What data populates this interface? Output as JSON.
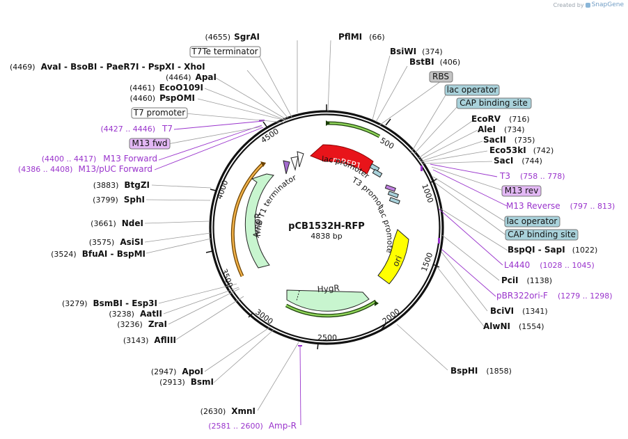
{
  "credit": {
    "prefix": "Created by",
    "brand": "SnapGene"
  },
  "plasmid": {
    "name": "pCB1532H-RFP",
    "length": "4838 bp"
  },
  "ticks": [
    "500",
    "1000",
    "1500",
    "2000",
    "2500",
    "3000",
    "3500",
    "4000",
    "4500"
  ],
  "sites": [
    {
      "id": "sgrai",
      "pos": "(4655)",
      "name": "SgrAI"
    },
    {
      "id": "pflmi",
      "name": "PflMI",
      "pos": "(66)"
    },
    {
      "id": "bsiwi",
      "name": "BsiWI",
      "pos": "(374)"
    },
    {
      "id": "bstbi",
      "name": "BstBI",
      "pos": "(406)"
    },
    {
      "id": "avai",
      "pos": "(4469)",
      "name": "AvaI  -  BsoBI  -  PaeR7I  -  PspXI  -  XhoI"
    },
    {
      "id": "apai",
      "pos": "(4464)",
      "name": "ApaI"
    },
    {
      "id": "ecoo109i",
      "pos": "(4461)",
      "name": "EcoO109I"
    },
    {
      "id": "pspomi",
      "pos": "(4460)",
      "name": "PspOMI"
    },
    {
      "id": "ecorv",
      "name": "EcoRV",
      "pos": "(716)"
    },
    {
      "id": "alei",
      "name": "AleI",
      "pos": "(734)"
    },
    {
      "id": "sacii",
      "name": "SacII",
      "pos": "(735)"
    },
    {
      "id": "eco53ki",
      "name": "Eco53kI",
      "pos": "(742)"
    },
    {
      "id": "saci",
      "name": "SacI",
      "pos": "(744)"
    },
    {
      "id": "btgzi",
      "pos": "(3883)",
      "name": "BtgZI"
    },
    {
      "id": "sphi",
      "pos": "(3799)",
      "name": "SphI"
    },
    {
      "id": "ndei",
      "pos": "(3661)",
      "name": "NdeI"
    },
    {
      "id": "asisi",
      "pos": "(3575)",
      "name": "AsiSI"
    },
    {
      "id": "bfuai",
      "pos": "(3524)",
      "name": "BfuAI  -  BspMI"
    },
    {
      "id": "bspqi",
      "name": "BspQI  -  SapI",
      "pos": "(1022)"
    },
    {
      "id": "pcii",
      "name": "PciI",
      "pos": "(1138)"
    },
    {
      "id": "bcivi",
      "name": "BciVI",
      "pos": "(1341)"
    },
    {
      "id": "alwni",
      "name": "AlwNI",
      "pos": "(1554)"
    },
    {
      "id": "bsmbi",
      "pos": "(3279)",
      "name": "BsmBI  -  Esp3I"
    },
    {
      "id": "aatii",
      "pos": "(3238)",
      "name": "AatII"
    },
    {
      "id": "zrai",
      "pos": "(3236)",
      "name": "ZraI"
    },
    {
      "id": "afliii",
      "pos": "(3143)",
      "name": "AflIII"
    },
    {
      "id": "bsphi",
      "name": "BspHI",
      "pos": "(1858)"
    },
    {
      "id": "apoi",
      "pos": "(2947)",
      "name": "ApoI"
    },
    {
      "id": "bsmi",
      "pos": "(2913)",
      "name": "BsmI"
    },
    {
      "id": "xmni",
      "pos": "(2630)",
      "name": "XmnI"
    }
  ],
  "primers": [
    {
      "id": "t7",
      "range": "(4427 .. 4446)",
      "name": "T7"
    },
    {
      "id": "m13fwd",
      "range": "(4400 .. 4417)",
      "name": "M13 Forward"
    },
    {
      "id": "m13puc",
      "range": "(4386 .. 4408)",
      "name": "M13/pUC Forward"
    },
    {
      "id": "t3",
      "name": "T3",
      "range": "(758 .. 778)"
    },
    {
      "id": "m13rev",
      "name": "M13 Reverse",
      "range": "(797 .. 813)"
    },
    {
      "id": "l4440",
      "name": "L4440",
      "range": "(1028 .. 1045)"
    },
    {
      "id": "pbr322",
      "name": "pBR322ori-F",
      "range": "(1279 .. 1298)"
    },
    {
      "id": "ampr",
      "range": "(2581 .. 2600)",
      "name": "Amp-R"
    }
  ],
  "boxes": [
    {
      "id": "t7te",
      "text": "T7Te terminator",
      "style": "white"
    },
    {
      "id": "t7p",
      "text": "T7 promoter",
      "style": "white"
    },
    {
      "id": "m13fwdbox",
      "text": "M13 fwd",
      "style": "purple"
    },
    {
      "id": "rbs",
      "text": "RBS",
      "style": "gray"
    },
    {
      "id": "lacop1",
      "text": "lac operator",
      "style": "teal"
    },
    {
      "id": "cap1",
      "text": "CAP binding site",
      "style": "teal"
    },
    {
      "id": "m13revbox",
      "text": "M13 rev",
      "style": "purple"
    },
    {
      "id": "lacop2",
      "text": "lac operator",
      "style": "teal"
    },
    {
      "id": "cap2",
      "text": "CAP binding site",
      "style": "teal"
    }
  ],
  "features": [
    {
      "id": "mrfp1",
      "text": "mRFP1",
      "color": "#e8141a",
      "text_color": "#ffffff"
    },
    {
      "id": "hygr",
      "text": "HygR",
      "color": "#c8f5cf",
      "text_color": "#222222"
    },
    {
      "id": "ampr",
      "text": "AmpR",
      "color": "#c8f5cf",
      "text_color": "#222222"
    },
    {
      "id": "ori",
      "text": "ori",
      "color": "#ffff00",
      "text_color": "#222222"
    }
  ],
  "inner_labels": [
    "lac promoter",
    "T3 promoter",
    "lac promoter",
    "rrnB T1 terminator"
  ],
  "colors": {
    "primer": "#9933cc",
    "teal_box": "#a9d2db",
    "gray_box": "#c4c4c4",
    "purple_box": "#e3b8f5",
    "orf_arc": "#3b8e12",
    "hyg_arc": "#e6a33a"
  }
}
